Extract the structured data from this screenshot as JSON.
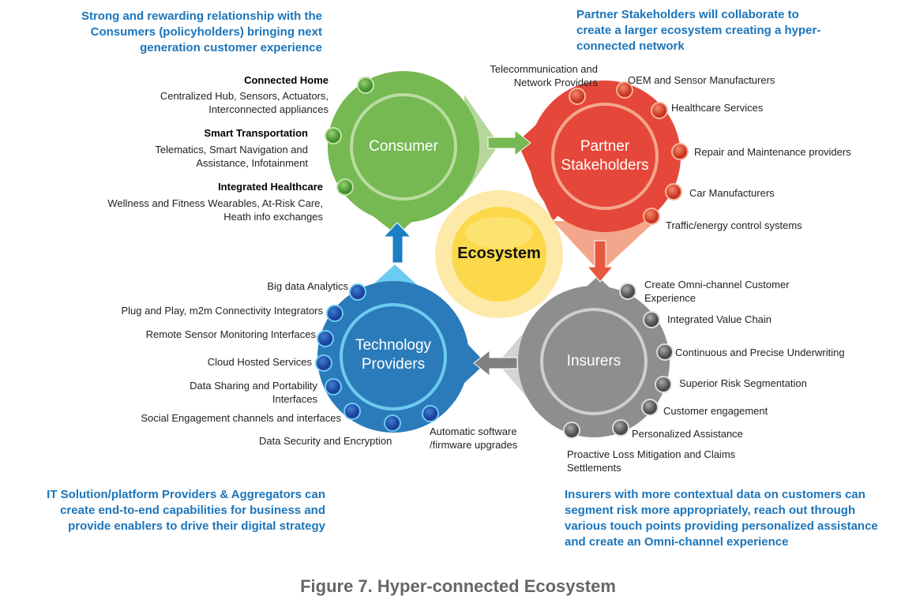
{
  "consumer": {
    "title": "Consumer",
    "heading": "Strong and rewarding relationship with the Consumers (policyholders) bringing next generation customer experience",
    "items": [
      {
        "title": "Connected Home",
        "desc": "Centralized Hub, Sensors, Actuators, Interconnected appliances"
      },
      {
        "title": "Smart Transportation",
        "desc": "Telematics, Smart Navigation and Assistance, Infotainment"
      },
      {
        "title": "Integrated Healthcare",
        "desc": "Wellness and Fitness Wearables, At-Risk Care, Heath info exchanges"
      }
    ]
  },
  "partners": {
    "title": "Partner Stakeholders",
    "heading": "Partner Stakeholders will collaborate to create a larger ecosystem creating a hyper-connected network",
    "items": [
      "Telecommunication and Network Providers",
      "OEM and Sensor Manufacturers",
      "Healthcare Services",
      "Repair and Maintenance providers",
      "Car Manufacturers",
      "Traffic/energy control systems"
    ]
  },
  "insurers": {
    "title": "Insurers",
    "heading": "Insurers with more contextual data on customers can segment risk more appropriately, reach out through various touch points providing personalized assistance and create an Omni-channel experience",
    "items": [
      "Create Omni-channel Customer Experience",
      "Integrated Value Chain",
      "Continuous and Precise Underwriting",
      "Superior Risk Segmentation",
      "Customer engagement",
      "Personalized Assistance",
      "Proactive Loss Mitigation and Claims Settlements"
    ]
  },
  "tech": {
    "title": "Technology Providers",
    "heading": "IT Solution/platform Providers & Aggregators can create end-to-end capabilities for business and provide enablers to drive their digital strategy",
    "items": [
      "Big data Analytics",
      "Plug and Play, m2m Connectivity Integrators",
      "Remote Sensor Monitoring Interfaces",
      "Cloud Hosted Services",
      "Data Sharing and Portability Interfaces",
      "Social Engagement channels and interfaces",
      "Data Security and Encryption",
      "Automatic software /firmware upgrades"
    ]
  },
  "center": "Ecosystem",
  "caption": "Figure 7. Hyper-connected Ecosystem",
  "colors": {
    "green": "#76b852",
    "red": "#e5473a",
    "gray": "#8e8e90",
    "blue": "#2b7bba",
    "yellow": "#fbd94a",
    "heading": "#1b75bb"
  }
}
